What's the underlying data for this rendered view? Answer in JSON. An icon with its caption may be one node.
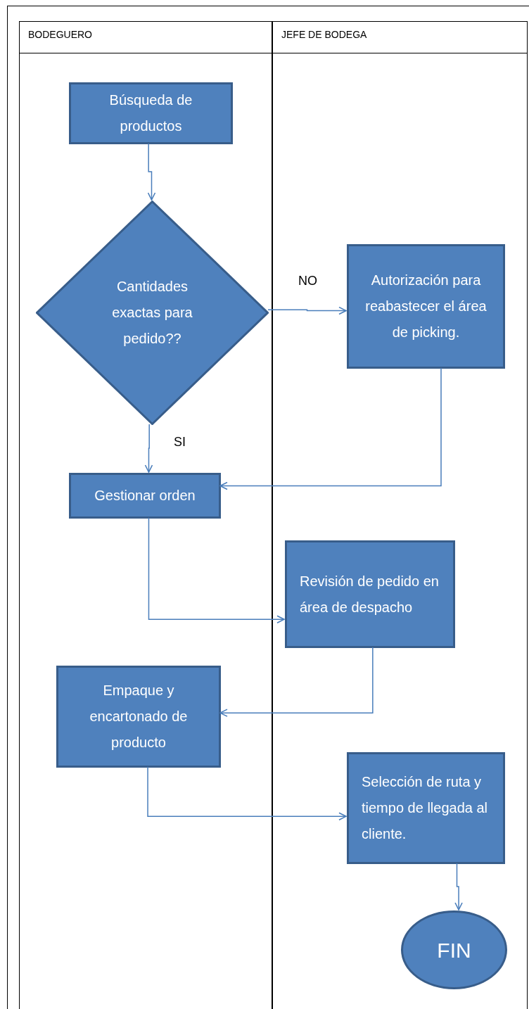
{
  "diagram": {
    "nodes": [
      {
        "text": [
          "BODEGUERO"
        ]
      },
      {
        "text": [
          "JEFE DE BODEGA"
        ]
      },
      {
        "text": [
          "Búsqueda de productos"
        ],
        "in": 0
      },
      {
        "text": [
          "Cantidades exactas para pedido??"
        ],
        "in": 0
      },
      {
        "text": [
          "Autorización para reabastecer el área de picking."
        ],
        "in": 1
      },
      {
        "text": [
          "Gestionar orden"
        ],
        "in": 0
      },
      {
        "text": [
          "Revisión de pedido en área de despacho"
        ],
        "in": 1
      },
      {
        "text": [
          "Empaque y encartonado de producto"
        ],
        "in": 0
      },
      {
        "text": [
          "Selección de ruta y tiempo de llegada al cliente."
        ],
        "in": 1
      },
      {
        "text": [
          "FIN"
        ],
        "in": 1
      }
    ],
    "edges": [
      {
        "from": 2,
        "to": 3,
        "arrow": "to"
      },
      {
        "from": 3,
        "to": 4,
        "arrow": "to",
        "label": "NO"
      },
      {
        "from": 3,
        "to": 5,
        "arrow": "to",
        "label": "SI"
      },
      {
        "from": 4,
        "to": 5,
        "arrow": "to"
      },
      {
        "from": 5,
        "to": 6,
        "arrow": "to"
      },
      {
        "from": 6,
        "to": 7,
        "arrow": "to"
      },
      {
        "from": 7,
        "to": 8,
        "arrow": "to"
      },
      {
        "from": 8,
        "to": 9,
        "arrow": "to"
      }
    ]
  }
}
